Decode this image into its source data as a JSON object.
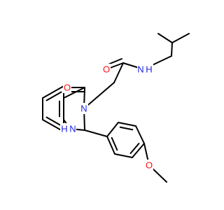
{
  "molecule": {
    "colors": {
      "bond": "#000000",
      "oxygen": "#ff0d0d",
      "nitrogen": "#1e22e6"
    },
    "atoms": {
      "o_amide": {
        "label": "O"
      },
      "nh_amide": {
        "label": "N",
        "sub": "H"
      },
      "o_ketone": {
        "label": "O"
      },
      "n3_ring": {
        "label": "N"
      },
      "nh_ring": {
        "label": "N",
        "pre": "H"
      },
      "o_methoxy": {
        "label": "O"
      }
    }
  }
}
